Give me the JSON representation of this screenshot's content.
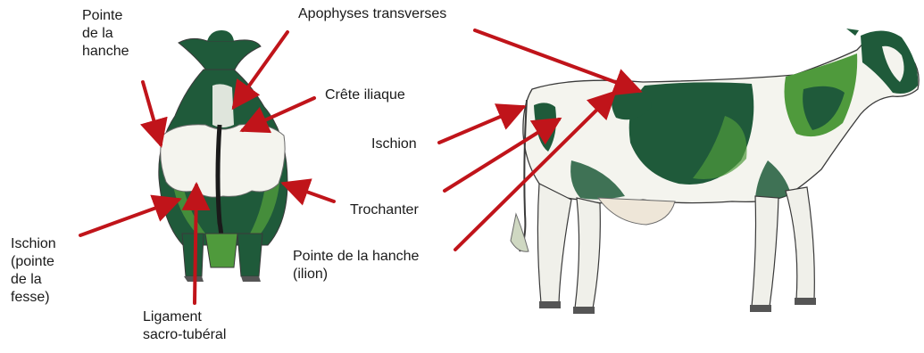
{
  "labels": {
    "rear_pointe_hanche": "Pointe\nde la\nhanche",
    "apophyses": "Apophyses transverses",
    "crete_iliaque": "Crête iliaque",
    "ischion_side": "Ischion",
    "trochanter": "Trochanter",
    "pointe_hanche_ilion": "Pointe de la hanche\n(ilion)",
    "ischion_rear": "Ischion\n(pointe\nde la\nfesse)",
    "ligament": "Ligament\nsacro-tubéral"
  },
  "colors": {
    "arrow": "#c0141a",
    "coat_dark": "#1f5a3a",
    "coat_green": "#4f9a3c",
    "coat_white": "#f4f4ee",
    "outline": "#3a3a3a"
  }
}
